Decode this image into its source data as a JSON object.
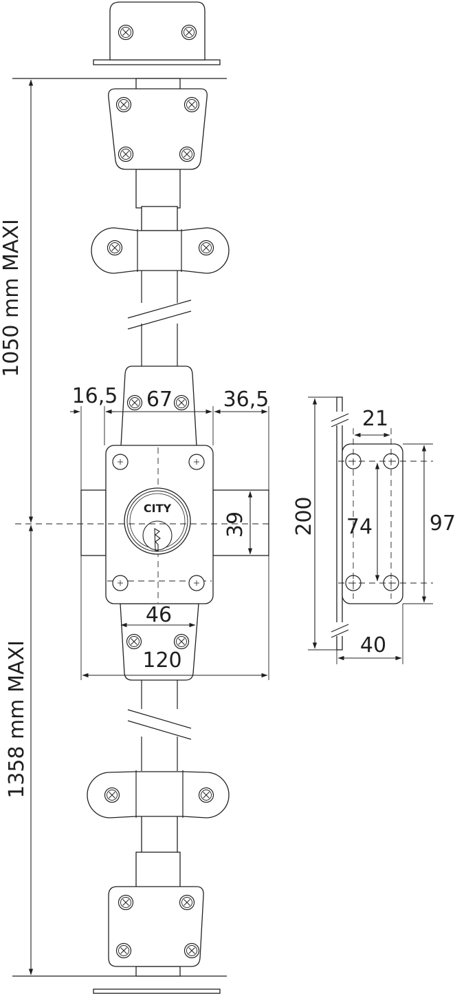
{
  "labels": {
    "top_length": "1050 mm MAXI",
    "bottom_length": "1358 mm MAXI",
    "dim_16_5": "16,5",
    "dim_67": "67",
    "dim_36_5": "36,5",
    "dim_39": "39",
    "dim_46": "46",
    "dim_120": "120",
    "dim_200": "200",
    "dim_21": "21",
    "dim_74": "74",
    "dim_97": "97",
    "dim_40": "40",
    "brand": "CITY"
  },
  "icons": {
    "screw": "screw-icon",
    "cylinder": "lock-cylinder-icon"
  }
}
